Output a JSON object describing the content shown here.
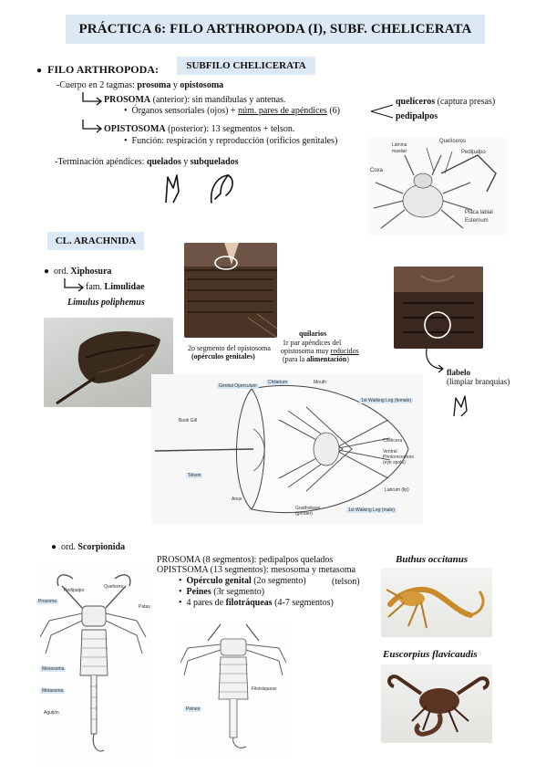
{
  "title": "PRÁCTICA 6: FILO ARTHROPODA (I), SUBF. CHELICERATA",
  "section1": {
    "heading": "FILO ARTHROPODA:",
    "subfilo": "SUBFILO CHELICERATA",
    "cuerpo_prefix": "-Cuerpo en 2 tagmas: ",
    "cuerpo_prosoma": "prosoma",
    "cuerpo_y": " y ",
    "cuerpo_opistosoma": "opistosoma",
    "prosoma_label": "PROSOMA",
    "prosoma_desc": " (anterior): sin mandíbulas y antenas.",
    "prosoma_bullet": "Órganos sensoriales (ojos) + ",
    "prosoma_bullet_u": "núm. pares de apéndices",
    "prosoma_bullet_end": " (6)",
    "queliceros": "quelíceros",
    "queliceros_desc": " (captura presas)",
    "pedipalpos": "pedipalpos",
    "opistosoma_label": "OPISTOSOMA",
    "opistosoma_desc": " (posterior): 13 segmentos + telson.",
    "opistosoma_bullet": "Función: respiración y reproducción (orificios genitales)",
    "terminacion_prefix": "-Terminación apéndices: ",
    "terminacion_quelados": "quelados",
    "terminacion_y": " y ",
    "terminacion_subquelados": "subquelados"
  },
  "diagram1_labels": {
    "lamina": "Lámina",
    "maxilar": "maxilar",
    "queliceros": "Quelíceros",
    "pedipalpo": "Pedipalpo",
    "coxa": "Coxa",
    "placa_labial": "Placa labial",
    "esternum": "Esternum"
  },
  "arachnida": {
    "chip": "CL. ARACHNIDA",
    "ord_prefix": "ord. ",
    "ord": "Xiphosura",
    "fam_prefix": "fam. ",
    "fam": "Limulidae",
    "species": "Limulus poliphemus",
    "opercula_line1": "2o segmento del opistosoma",
    "opercula_line2": "(opérculos genitales)",
    "quilarios_title": "quilarios",
    "quilarios_line1": "1r par apéndices del",
    "quilarios_line2_a": "opistosoma muy ",
    "quilarios_line2_u": "reducidos",
    "quilarios_line3_a": "(para la ",
    "quilarios_line3_b": "alimentación",
    "quilarios_line3_c": ")",
    "flabelo": "flabelo",
    "flabelo_desc": "(limpiar branquias)"
  },
  "limulus_labels": {
    "genital_operculum": "Genital Operculum",
    "chilarium": "Chilarium",
    "mouth": "Mouth",
    "walking_leg_female": "1st Walking Leg (female)",
    "book_gill": "Book Gill",
    "chelicera": "Chelicera",
    "ventral_photoreceptors": "Ventral Photoreceptors (eye spots)",
    "telson": "Telson",
    "anus": "Anus",
    "labrum": "Labrum (lip)",
    "gnathobase": "Gnathobase (grinder)",
    "walking_leg_male": "1st Walking Leg (male)"
  },
  "scorpionida": {
    "ord_prefix": "ord. ",
    "ord": "Scorpionida",
    "prosoma_line": "PROSOMA (8 segmentos): pedipalpos quelados",
    "opistsoma_line": "OPISTSOMA (13 segmentos): mesosoma y metasoma",
    "b1_bold": "Opérculo genital",
    "b1_rest": " (2o segmento)",
    "b1_telson": "(telson)",
    "b2_bold": "Peines",
    "b2_rest": " (3r segmento)",
    "b3_pre": "4 pares de ",
    "b3_bold": "filotráqueas",
    "b3_rest": " (4-7 segmentos)",
    "species1": "Buthus occitanus",
    "species2": "Euscorpius flavicaudis"
  },
  "scorpion_labels": {
    "pedipalpo": "Pedipalpo",
    "quelicero": "Quelicero",
    "prosoma": "Prosoma",
    "patas": "Patas",
    "mesosoma": "Mesosoma",
    "metasoma": "Metasoma",
    "aguijon": "Aguijón",
    "peines": "Peines",
    "filotraqueas": "Filotráqueas"
  }
}
